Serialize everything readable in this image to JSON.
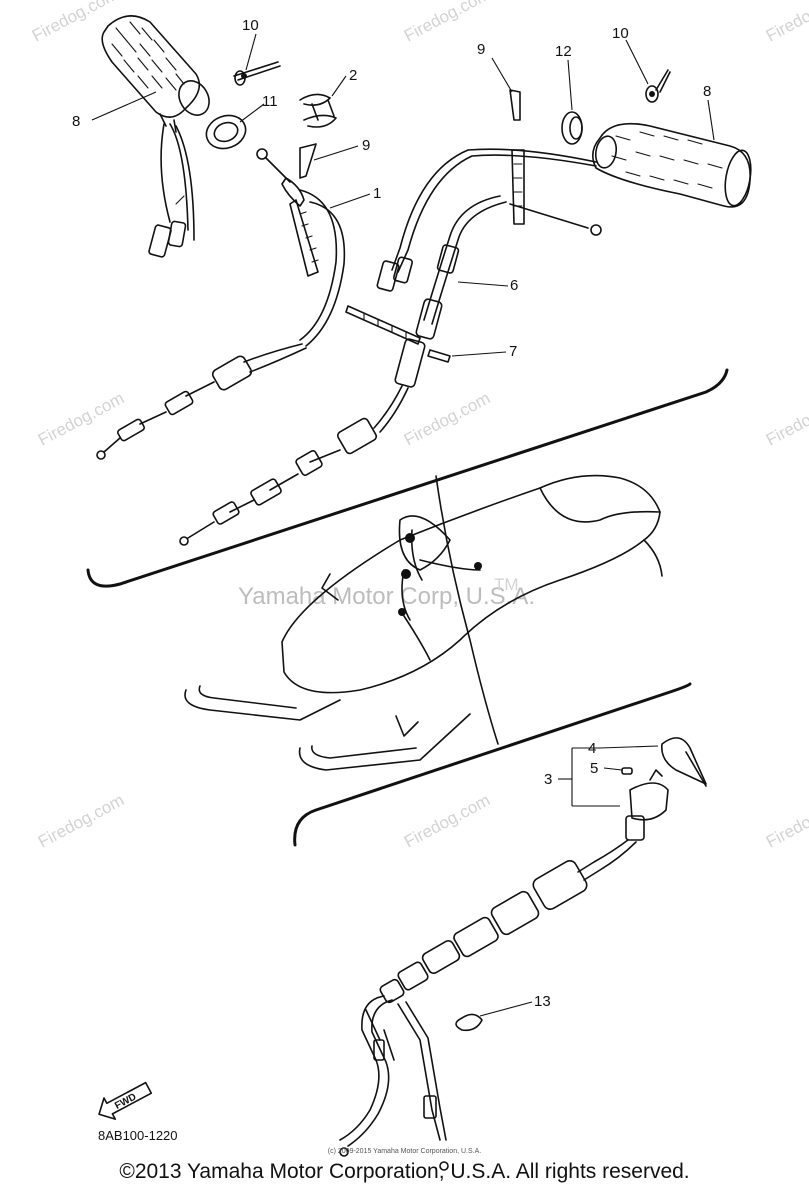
{
  "watermark": {
    "site": "Firedog.com",
    "center": "Yamaha Motor Corp, U.S.A.",
    "tm": "TM"
  },
  "callouts": {
    "c1": "1",
    "c2": "2",
    "c3": "3",
    "c4": "4",
    "c5": "5",
    "c6": "6",
    "c7": "7",
    "c8a": "8",
    "c8b": "8",
    "c9a": "9",
    "c9b": "9",
    "c10a": "10",
    "c10b": "10",
    "c11": "11",
    "c12": "12",
    "c13": "13"
  },
  "fwd_label": "FWD",
  "diagram_code": "8AB100-1220",
  "tiny_copyright": "(c) 2009-2015 Yamaha Motor Corporation, U.S.A.",
  "footer": "©2013 Yamaha Motor Corporation, U.S.A. All rights reserved.",
  "colors": {
    "ink": "#111111",
    "watermark": "#d3d3d3",
    "background": "#ffffff"
  }
}
